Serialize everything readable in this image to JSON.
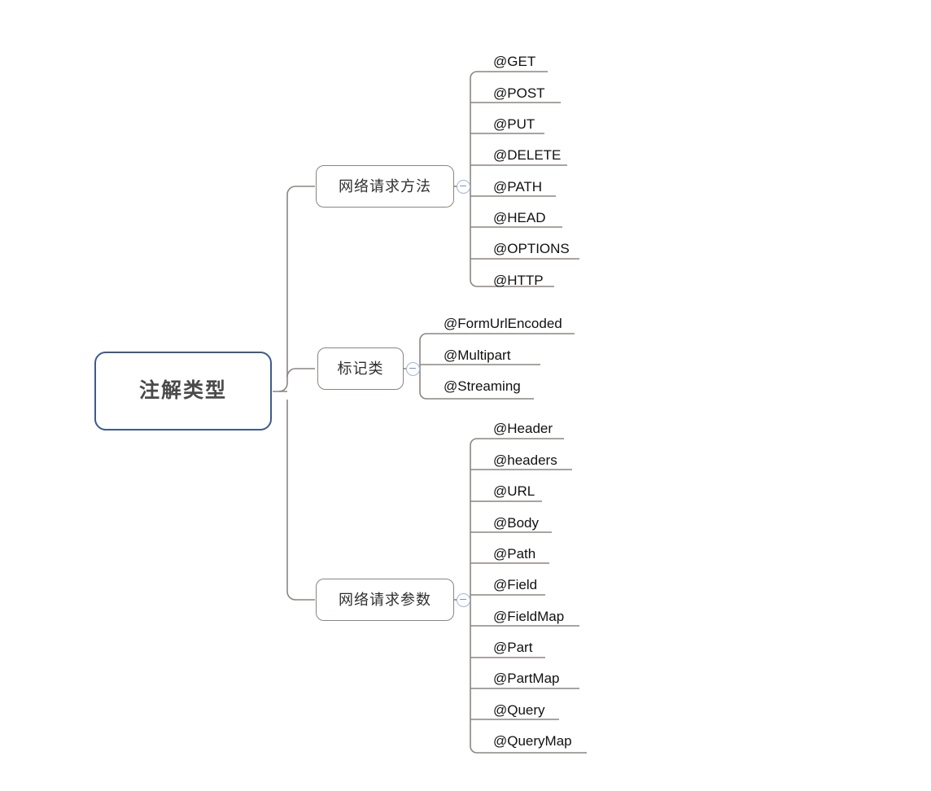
{
  "diagram": {
    "type": "mindmap",
    "title": "注解类型",
    "orientation": "left-to-right",
    "colors": {
      "root_border": "#3c5b8c",
      "branch_border": "#8b8580",
      "wire": "#8b8580",
      "leaf_rule": "#8b8580",
      "toggle_ring": "#9fb4da",
      "text": "#111111",
      "background": "#ffffff"
    }
  },
  "root": {
    "label": "注解类型"
  },
  "branches": [
    {
      "id": "network-request-methods",
      "label": "网络请求方法",
      "toggle_icon": "collapse-minus-icon",
      "toggle_state": "expanded",
      "leaves": [
        {
          "label": "@GET"
        },
        {
          "label": "@POST"
        },
        {
          "label": "@PUT"
        },
        {
          "label": "@DELETE"
        },
        {
          "label": "@PATH"
        },
        {
          "label": "@HEAD"
        },
        {
          "label": "@OPTIONS"
        },
        {
          "label": "@HTTP"
        }
      ]
    },
    {
      "id": "marker-class",
      "label": "标记类",
      "toggle_icon": "collapse-minus-icon",
      "toggle_state": "expanded",
      "leaves": [
        {
          "label": "@FormUrlEncoded"
        },
        {
          "label": "@Multipart"
        },
        {
          "label": "@Streaming"
        }
      ]
    },
    {
      "id": "network-request-parameters",
      "label": "网络请求参数",
      "toggle_icon": "collapse-minus-icon",
      "toggle_state": "expanded",
      "leaves": [
        {
          "label": "@Header"
        },
        {
          "label": "@headers"
        },
        {
          "label": "@URL"
        },
        {
          "label": "@Body"
        },
        {
          "label": "@Path"
        },
        {
          "label": "@Field"
        },
        {
          "label": "@FieldMap"
        },
        {
          "label": "@Part"
        },
        {
          "label": "@PartMap"
        },
        {
          "label": "@Query"
        },
        {
          "label": "@QueryMap"
        }
      ]
    }
  ]
}
